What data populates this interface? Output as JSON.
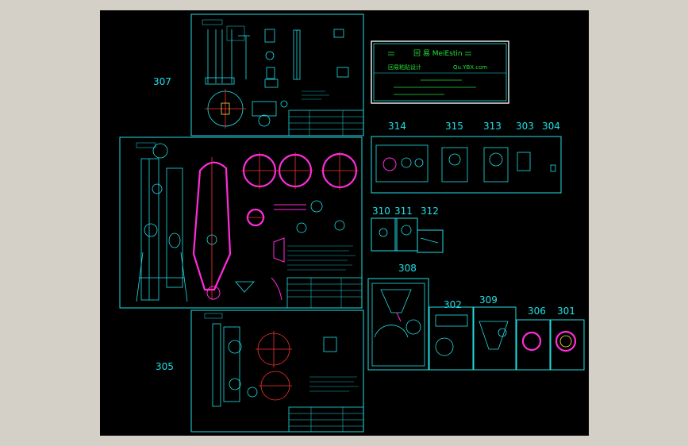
{
  "viewport": {
    "background": "#000000",
    "app_background": "#d4d0c8"
  },
  "colors": {
    "sheet": "#1fe0e6",
    "highlight": "#ff2dd8",
    "center_lines": "#ff3030",
    "title_text": "#22e03a"
  },
  "sheet_labels": {
    "s307": "307",
    "s305": "305",
    "s314": "314",
    "s315": "315",
    "s313": "313",
    "s303": "303",
    "s304": "304",
    "s310": "310",
    "s311": "311",
    "s312": "312",
    "s308": "308",
    "s302": "302",
    "s309": "309",
    "s306": "306",
    "s301": "301"
  },
  "title_block": {
    "logo_text": "回 易 MeiEstin",
    "line2_left": "回易粘贴设计",
    "line2_right": "Qu.YBX.com"
  }
}
